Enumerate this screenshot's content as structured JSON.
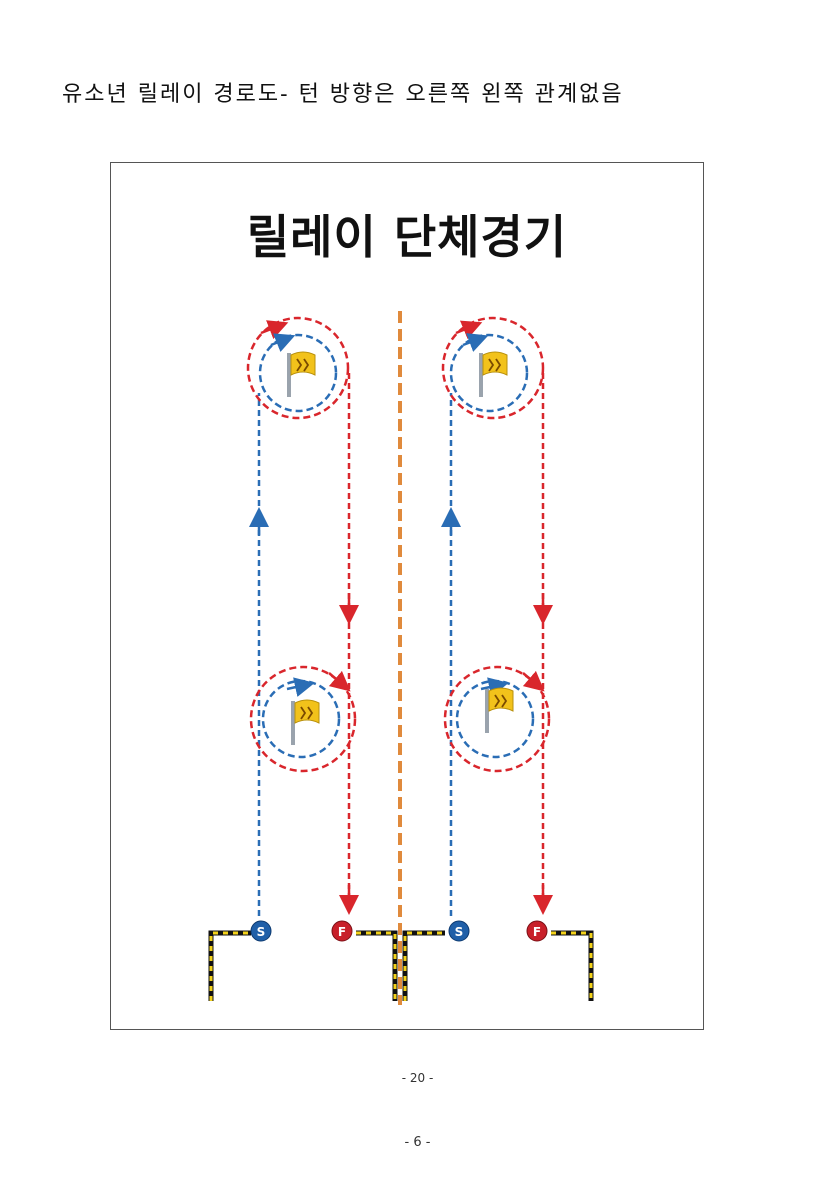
{
  "document": {
    "heading": "유소년 릴레이 경로도- 턴 방향은 오른쪽 왼쪽 관계없음",
    "figure_title": "릴레이 단체경기",
    "page_number_inner": "- 20 -",
    "page_number_outer": "- 6 -"
  },
  "diagram": {
    "start_marker": "S",
    "finish_marker": "F",
    "colors": {
      "outbound_route": "#2a6db5",
      "return_route": "#d9262c",
      "center_line": "#e08a3c",
      "start_badge": "#1f5fa8",
      "finish_badge": "#c8202a",
      "flag": "#f2c21b",
      "barrier_yellow": "#f3d21a",
      "barrier_black": "#111111"
    },
    "icons": {
      "cone_flag": "checkered-flag-icon",
      "barrier": "dashed-barrier"
    }
  }
}
